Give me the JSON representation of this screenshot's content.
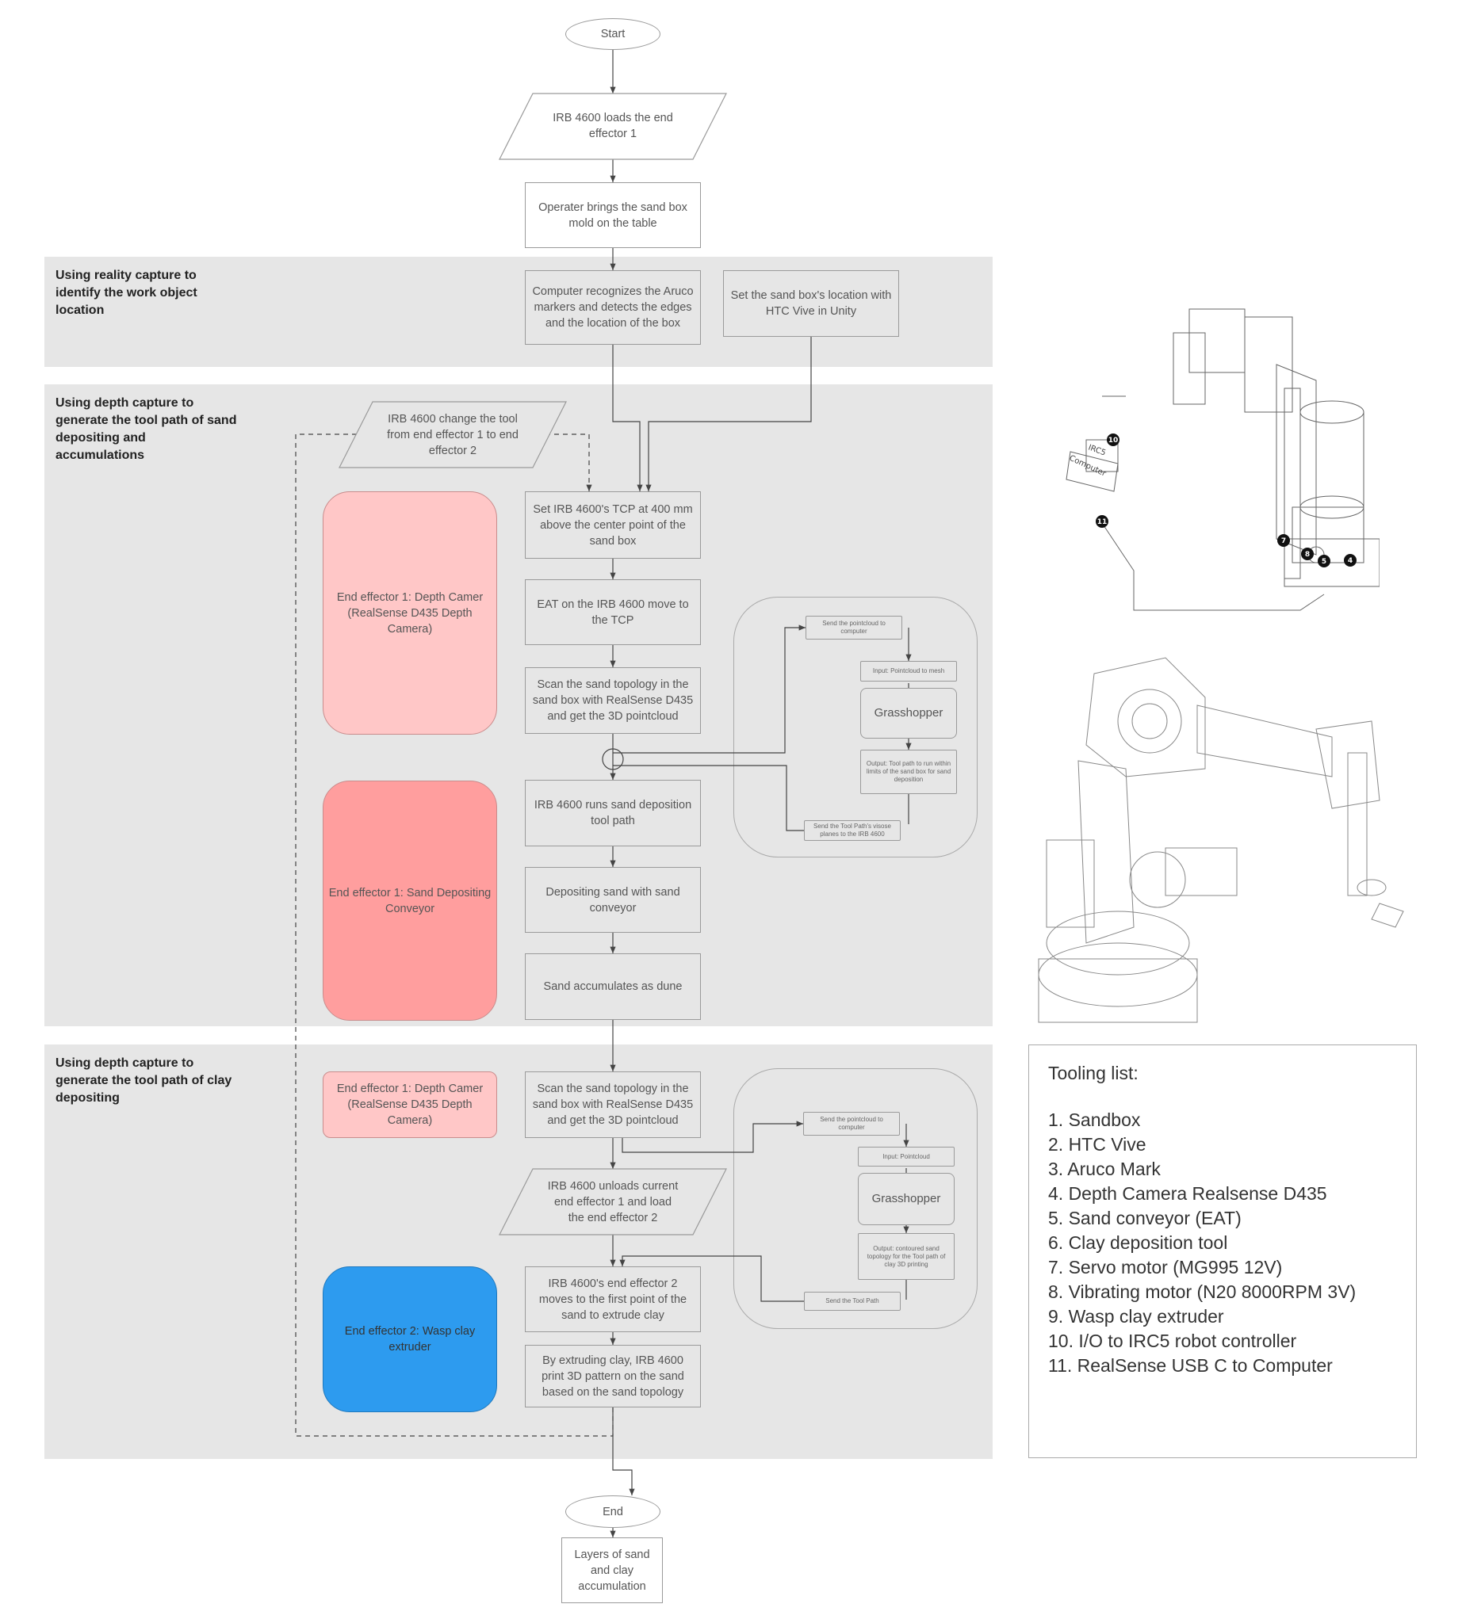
{
  "sections": [
    {
      "title": "Using reality capture to identify the work object location"
    },
    {
      "title": "Using depth capture to generate the tool path of sand depositing and accumulations"
    },
    {
      "title": "Using depth capture to generate the tool path of clay depositing"
    }
  ],
  "nodes": {
    "start": "Start",
    "load_ee1": "IRB 4600 loads the end effector 1",
    "bring_box": "Operater brings the sand box mold on the table",
    "recognize": "Computer recognizes the Aruco markers and detects the edges and the location of the box",
    "htc": "Set the sand box's location with HTC Vive in Unity",
    "change_tool": "IRB 4600 change the tool from end effector 1 to end effector 2",
    "set_tcp": "Set IRB 4600's TCP at 400 mm above the center point of the sand box",
    "eat_move": "EAT on the IRB 4600 move to the TCP",
    "scan1": "Scan the sand topology in the sand box with RealSense D435 and get the 3D pointcloud",
    "runs_sand": "IRB 4600 runs sand deposition tool path",
    "depositing": "Depositing sand with sand conveyor",
    "accumulates": "Sand accumulates as dune",
    "scan2": "Scan the sand topology in the sand box with RealSense D435 and get the 3D pointcloud",
    "unload": "IRB 4600 unloads current end effector 1 and load the end effector 2",
    "ee2_moves": "IRB 4600's end effector 2 moves to the first point of the sand to extrude clay",
    "extruding": "By extruding clay, IRB 4600 print 3D pattern on the sand based on the sand topology",
    "end": "End",
    "layers": "Layers of sand and clay accumulation"
  },
  "end_effectors": {
    "ee1_camera": "End effector 1: Depth Camer (RealSense D435 Depth Camera)",
    "ee1_conveyor": "End effector 1: Sand Depositing Conveyor",
    "ee1_camera_b": "End effector 1: Depth Camer (RealSense D435 Depth Camera)",
    "ee2_extruder": "End effector 2: Wasp clay extruder",
    "colors": {
      "camera": "#ffc7c7",
      "conveyor": "#ff9e9e",
      "extruder": "#2d9bef"
    }
  },
  "panel1": {
    "send_pc": "Send the pointcloud to computer",
    "input": "Input: Pointcloud to mesh",
    "grasshopper": "Grasshopper",
    "output": "Output: Tool path to run within limits of the sand box for sand deposition",
    "send_tp": "Send the Tool Path's visose planes to the IRB 4600"
  },
  "panel2": {
    "send_pc": "Send the pointcloud to computer",
    "input": "Input: Pointcloud",
    "grasshopper": "Grasshopper",
    "output": "Output: contoured sand topology for the Tool path of clay 3D printing",
    "send_tp": "Send the Tool Path"
  },
  "robot_labels": [
    "IRC5",
    "Computer",
    "10",
    "11",
    "7",
    "8",
    "5",
    "4"
  ],
  "tooling": {
    "title": "Tooling list:",
    "items": [
      "1. Sandbox",
      "2. HTC Vive",
      "3. Aruco Mark",
      "4. Depth Camera Realsense D435",
      "5. Sand conveyor (EAT)",
      "6. Clay deposition tool",
      "7. Servo motor (MG995 12V)",
      "8. Vibrating motor (N20 8000RPM 3V)",
      "9. Wasp clay extruder",
      "10. I/O to IRC5 robot controller",
      "11. RealSense USB C to Computer"
    ]
  }
}
